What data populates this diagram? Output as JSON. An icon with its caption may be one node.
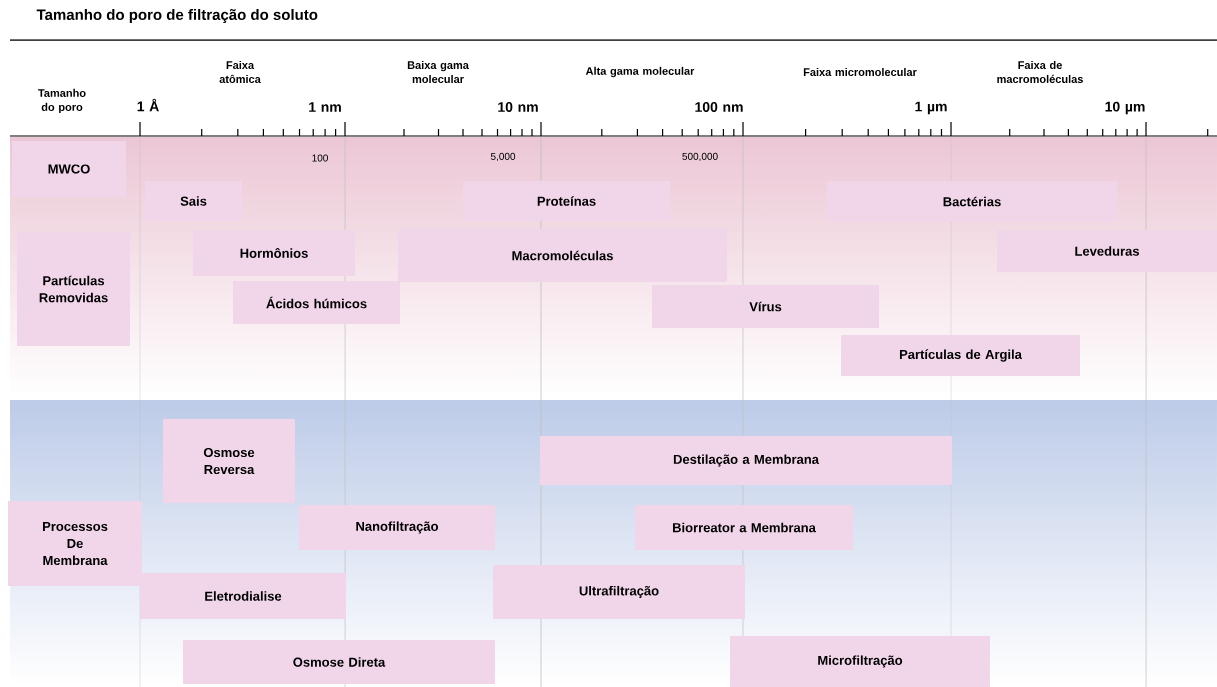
{
  "diagram": {
    "title": "Tamanho do poro de filtração do soluto",
    "nodes": [
      {
        "text": [
          "MWCO"
        ]
      },
      {
        "text": [
          "Sais"
        ]
      },
      {
        "text": [
          "Proteínas"
        ]
      },
      {
        "text": [
          "Bactérias"
        ]
      },
      {
        "text": [
          "Partículas Removidas"
        ]
      },
      {
        "text": [
          "Hormônios"
        ]
      },
      {
        "text": [
          "Macromoléculas"
        ]
      },
      {
        "text": [
          "Leveduras"
        ]
      },
      {
        "text": [
          "Ácidos húmicos"
        ]
      },
      {
        "text": [
          "Vírus"
        ]
      },
      {
        "text": [
          "Partículas de Argila"
        ]
      },
      {
        "text": [
          "Osmose Reversa"
        ]
      },
      {
        "text": [
          "Destilação a Membrana"
        ]
      },
      {
        "text": [
          "Processos De Membrana"
        ]
      },
      {
        "text": [
          "Nanofiltração"
        ]
      },
      {
        "text": [
          "Biorreator a Membrana"
        ]
      },
      {
        "text": [
          "Eletrodialise"
        ]
      },
      {
        "text": [
          "Ultrafiltração"
        ]
      },
      {
        "text": [
          "Osmose Direta"
        ]
      },
      {
        "text": [
          "Microfiltração"
        ]
      }
    ],
    "labels": [
      "Faixa atômica",
      "Baixa gama molecular",
      "Alta gama molecular",
      "Faixa micromolecular",
      "Faixa de macromoléculas",
      "Tamanho do poro",
      "1 Å",
      "1 nm",
      "10 nm",
      "100 nm",
      "1 µm",
      "10 µm",
      "100",
      "5,000",
      "500,000"
    ]
  }
}
